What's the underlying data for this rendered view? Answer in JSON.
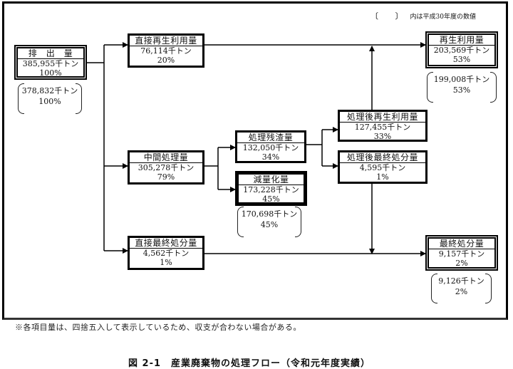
{
  "legend": {
    "bracket": "〔 〕",
    "text": "内は平成30年度の数値"
  },
  "nodes": {
    "emission": {
      "title": "排　出　量",
      "qty": "385,955千トン",
      "pct": "100%",
      "prev_qty": "378,832千トン",
      "prev_pct": "100%"
    },
    "direct_recycle": {
      "title": "直接再生利用量",
      "qty": "76,114千トン",
      "pct": "20%"
    },
    "intermediate": {
      "title": "中間処理量",
      "qty": "305,278千トン",
      "pct": "79%"
    },
    "direct_final": {
      "title": "直接最終処分量",
      "qty": "4,562千トン",
      "pct": "1%"
    },
    "residue": {
      "title": "処理残渣量",
      "qty": "132,050千トン",
      "pct": "34%"
    },
    "reduction": {
      "title": "減量化量",
      "qty": "173,228千トン",
      "pct": "45%",
      "prev_qty": "170,698千トン",
      "prev_pct": "45%"
    },
    "post_recycle": {
      "title": "処理後再生利用量",
      "qty": "127,455千トン",
      "pct": "33%"
    },
    "post_final": {
      "title": "処理後最終処分量",
      "qty": "4,595千トン",
      "pct": "1%"
    },
    "recycle_total": {
      "title": "再生利用量",
      "qty": "203,569千トン",
      "pct": "53%",
      "prev_qty": "199,008千トン",
      "prev_pct": "53%"
    },
    "final_total": {
      "title": "最終処分量",
      "qty": "9,157千トン",
      "pct": "2%",
      "prev_qty": "9,126千トン",
      "prev_pct": "2%"
    }
  },
  "note": "※各項目量は、四捨五入して表示しているため、収支が合わない場合がある。",
  "caption": "図 2-1　産業廃棄物の処理フロー（令和元年度実績）"
}
